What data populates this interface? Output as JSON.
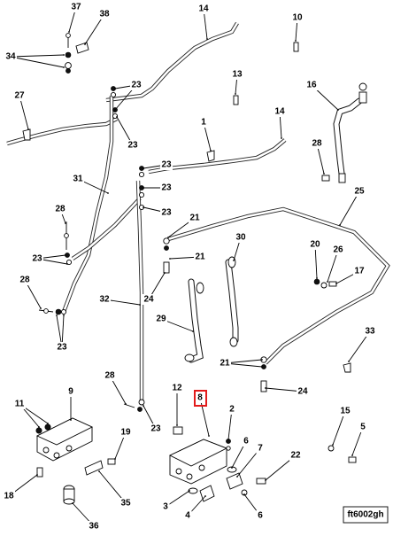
{
  "figure_id": "ft6002gh",
  "highlighted_callout": "8",
  "callouts": [
    "1",
    "2",
    "3",
    "4",
    "5",
    "6",
    "6",
    "7",
    "8",
    "9",
    "10",
    "11",
    "12",
    "13",
    "14",
    "14",
    "15",
    "16",
    "17",
    "18",
    "19",
    "20",
    "21",
    "21",
    "21",
    "22",
    "23",
    "23",
    "23",
    "23",
    "23",
    "23",
    "23",
    "23",
    "24",
    "24",
    "25",
    "26",
    "27",
    "28",
    "28",
    "28",
    "28",
    "29",
    "30",
    "31",
    "32",
    "33",
    "34",
    "35",
    "36",
    "37",
    "38"
  ]
}
